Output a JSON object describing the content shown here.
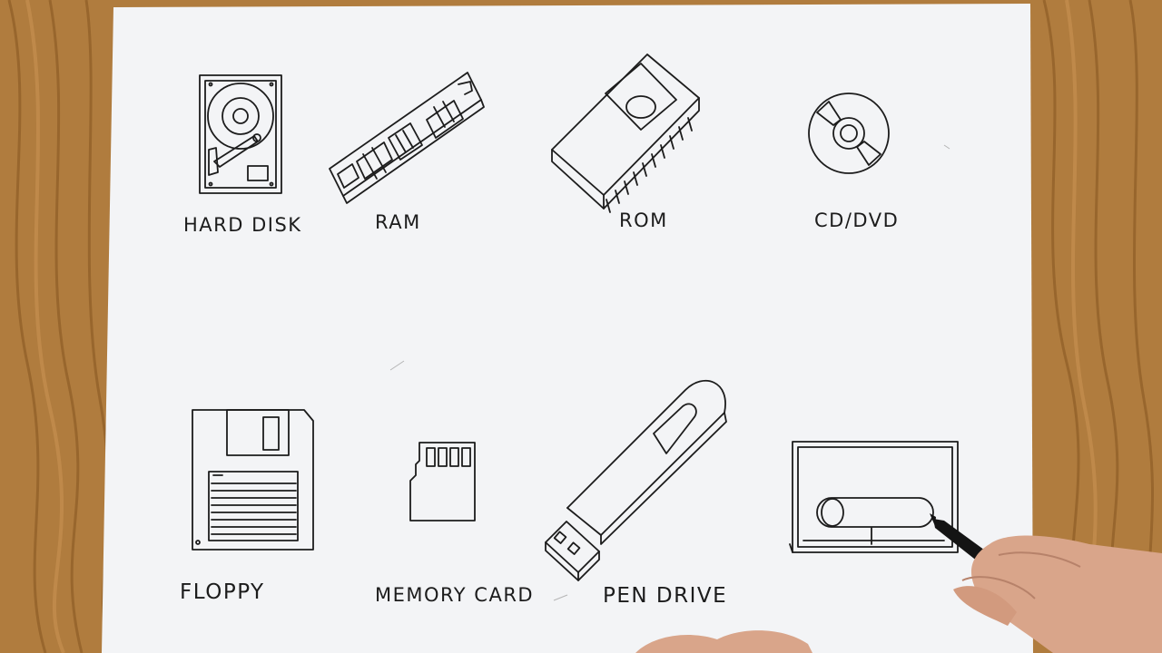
{
  "labels": {
    "hard_disk": "HARD DISK",
    "ram": "RAM",
    "rom": "ROM",
    "cd_dvd": "CD/DVD",
    "floppy": "FLOPPY",
    "memory_card": "MEMORY CARD",
    "pen_drive": "PEN DRIVE"
  },
  "colors": {
    "wood": "#b07c3e",
    "wood_dark": "#8e5d26",
    "paper": "#f3f4f6",
    "ink": "#1c1c1c",
    "skin": "#d9a58a"
  }
}
